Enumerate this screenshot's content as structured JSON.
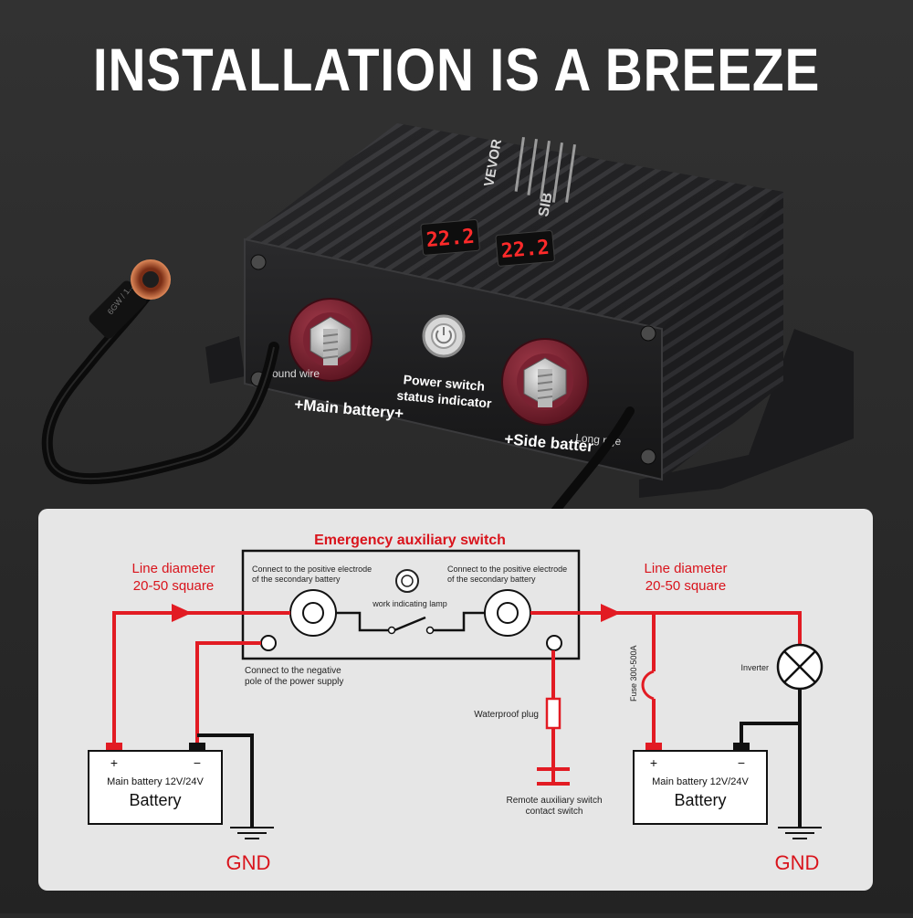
{
  "title": "INSTALLATION IS A BREEZE",
  "product": {
    "brand": "VEVOR",
    "display_left": "22.2",
    "display_right": "22.2",
    "side_label": "SIB",
    "label_ground": "round wire",
    "label_main": "+Main battery+",
    "label_power_1": "Power switch",
    "label_power_2": "status indicator",
    "label_side": "+Side batter",
    "label_long": "Long    nge",
    "terminal_tag": "6GW / 1..."
  },
  "diagram": {
    "switch_title": "Emergency auxiliary switch",
    "left_line_1": "Line diameter",
    "left_line_2": "20-50 square",
    "right_line_1": "Line diameter",
    "right_line_2": "20-50 square",
    "pos_left_1": "Connect to the positive electrode",
    "pos_left_2": "of the secondary battery",
    "pos_right_1": "Connect to the positive electrode",
    "pos_right_2": "of the secondary battery",
    "lamp_label": "work indicating lamp",
    "neg_1": "Connect to the negative",
    "neg_2": "pole of the power supply",
    "plug_label": "Waterproof plug",
    "remote_1": "Remote auxiliary switch",
    "remote_2": "contact switch",
    "fuse_label": "Fuse 300-500A",
    "inverter_label": "Inverter",
    "battery_left": {
      "plus": "+",
      "minus": "−",
      "sub": "Main battery 12V/24V",
      "name": "Battery"
    },
    "battery_right": {
      "plus": "+",
      "minus": "−",
      "sub": "Main battery 12V/24V",
      "name": "Battery"
    },
    "gnd_left": "GND",
    "gnd_right": "GND"
  },
  "colors": {
    "wire_red": "#e21b23",
    "wire_black": "#111111",
    "label_red": "#d9141c",
    "panel": "#e6e6e6",
    "background": "#2a2a2a"
  }
}
